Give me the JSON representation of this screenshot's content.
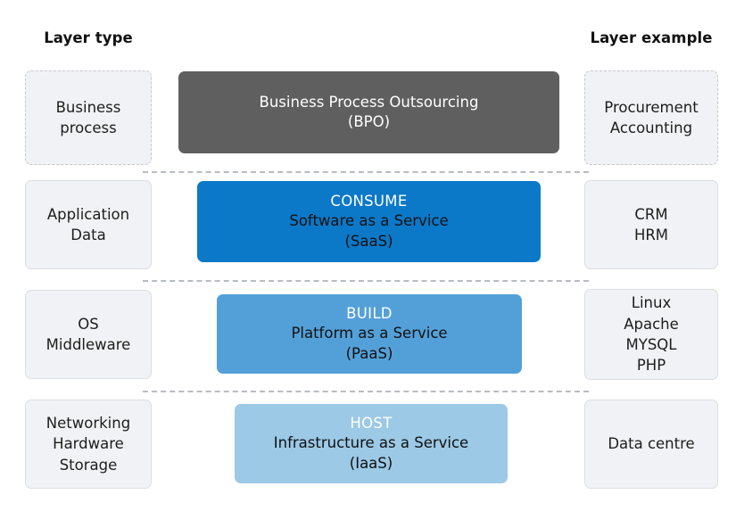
{
  "headers": {
    "left": "Layer type",
    "right": "Layer example"
  },
  "rows": [
    {
      "layer_type": "Business\nprocess",
      "service_title": "",
      "service_name": "Business Process Outsourcing\n(BPO)",
      "layer_example": "Procurement\nAccounting",
      "color": "#5f5f5f"
    },
    {
      "layer_type": "Application\nData",
      "service_title": "CONSUME",
      "service_name": "Software as a Service\n(SaaS)",
      "layer_example": "CRM\nHRM",
      "color": "#0b78c8"
    },
    {
      "layer_type": "OS\nMiddleware",
      "service_title": "BUILD",
      "service_name": "Platform as a Service\n(PaaS)",
      "layer_example": "Linux\nApache\nMYSQL\nPHP",
      "color": "#53a0d8"
    },
    {
      "layer_type": "Networking\nHardware\nStorage",
      "service_title": "HOST",
      "service_name": "Infrastructure as a Service\n(IaaS)",
      "layer_example": "Data centre",
      "color": "#9bc9e6"
    }
  ],
  "colors": {
    "bpo": "#5f5f5f",
    "saas": "#0b78c8",
    "paas": "#53a0d8",
    "iaas": "#9bc9e6",
    "side_box_fill": "#f1f2f5",
    "side_box_border": "#dcdee3",
    "divider": "#b9bcc0",
    "text": "#1a1a1a"
  }
}
